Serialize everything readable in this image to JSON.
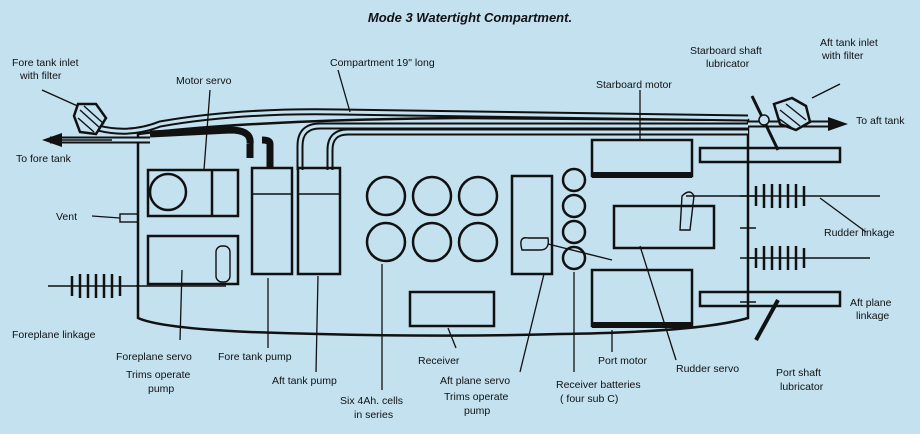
{
  "title": "Mode 3 Watertight Compartment.",
  "labels": {
    "fore_inlet_1": "Fore tank inlet",
    "fore_inlet_2": "with filter",
    "motor_servo": "Motor servo",
    "compartment": "Compartment 19\" long",
    "stb_lub_1": "Starboard shaft",
    "stb_lub_2": "lubricator",
    "aft_inlet_1": "Aft tank inlet",
    "aft_inlet_2": "with filter",
    "stb_motor": "Starboard motor",
    "to_aft_tank": "To aft tank",
    "to_fore_tank": "To fore tank",
    "vent": "Vent",
    "rudder_linkage": "Rudder linkage",
    "aft_plane_1": "Aft plane",
    "aft_plane_2": "linkage",
    "foreplane_linkage": "Foreplane linkage",
    "foreplane_servo": "Foreplane servo",
    "trims_1": "Trims operate",
    "trims_2": "pump",
    "fore_pump": "Fore tank pump",
    "aft_pump": "Aft tank pump",
    "cells_1": "Six 4Ah. cells",
    "cells_2": "in series",
    "receiver": "Receiver",
    "aft_servo": "Aft plane servo",
    "trims2_1": "Trims operate",
    "trims2_2": "pump",
    "port_motor": "Port motor",
    "rx_batt_1": "Receiver batteries",
    "rx_batt_2": "( four sub C)",
    "rudder_servo": "Rudder servo",
    "port_lub_1": "Port shaft",
    "port_lub_2": "lubricator"
  },
  "colors": {
    "background": "#c3e1ef",
    "ink": "#111111"
  }
}
